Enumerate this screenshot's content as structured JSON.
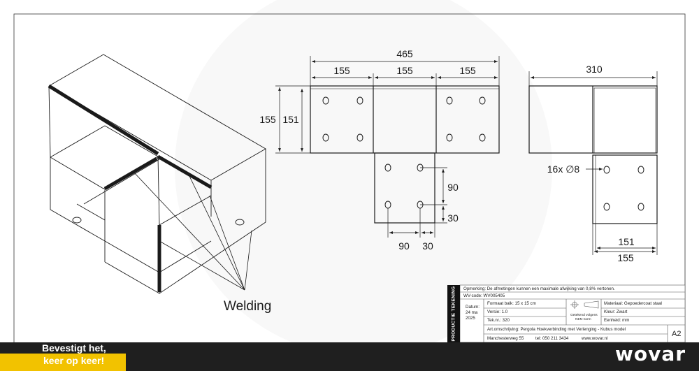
{
  "dims": {
    "total_width": "465",
    "seg1": "155",
    "seg2": "155",
    "seg3": "155",
    "height_outer": "155",
    "height_inner": "151",
    "hole_spacing_v": "90",
    "hole_edge_v": "30",
    "hole_spacing_h": "90",
    "hole_edge_h": "30",
    "side_width": "310",
    "holes_note": "16x ∅8",
    "side_inner": "151",
    "side_outer": "155"
  },
  "label": {
    "welding": "Welding"
  },
  "title_block": {
    "vertical_label": "PRODUCTIE TEKENING",
    "remark": "Opmerking: De afmetingen kunnen een maximale afwijking van 0,8% vertonen.",
    "wv_code": "WV-code: WV005405",
    "date_label": "Datum:",
    "date_value_1": "24 ma",
    "date_value_2": "2025",
    "beam_format": "Formaat balk: 15 x 15 cm",
    "version": "Versie: 1.0",
    "drawing_nr": "Tek.nr.: 320",
    "norm_1": "Getekend volgens",
    "norm_2": "NEN-norm",
    "material": "Materiaal: Gepoedercoat staal",
    "color": "Kleur: Zwart",
    "unit": "Eenheid: mm",
    "description": "Art.omschrijving: Pergola Hoekverbinding met Verlenging  - Kubus model",
    "address": "Manchesterweg 55",
    "phone": "tel: 050 211 3434",
    "website": "www.wovar.nl",
    "sheet_size": "A2"
  },
  "footer": {
    "slogan_line1": "Bevestigt het,",
    "slogan_line2": "keer op keer!",
    "brand": "wovar"
  },
  "colors": {
    "footer_bg": "#1f1f1f",
    "accent_yellow": "#f2c200",
    "line": "#1a1a1a"
  }
}
